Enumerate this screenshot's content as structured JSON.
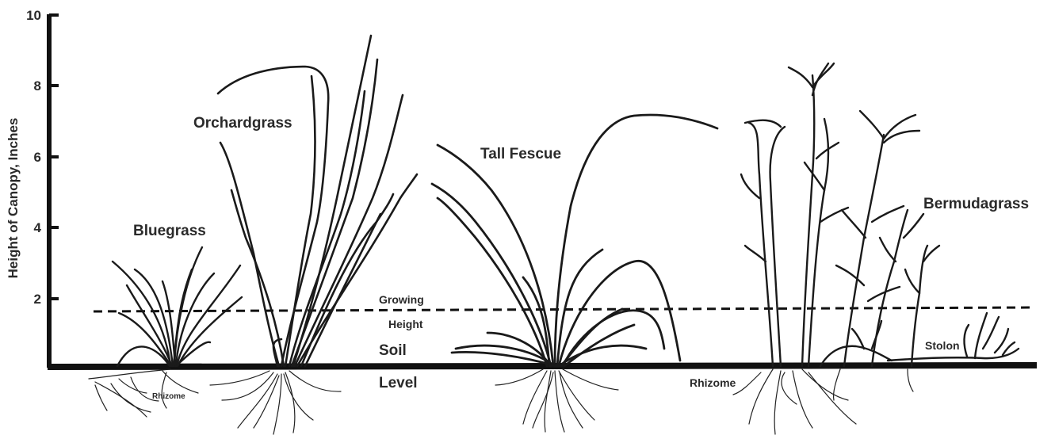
{
  "figure": {
    "y_axis_label": "Height of Canopy, Inches",
    "y_ticks": [
      "10",
      "8",
      "6",
      "4",
      "2"
    ],
    "plants": {
      "bluegrass": "Bluegrass",
      "orchardgrass": "Orchardgrass",
      "tall_fescue": "Tall Fescue",
      "bermudagrass": "Bermudagrass"
    },
    "growing_height_label": [
      "Growing",
      "Height"
    ],
    "soil_level_label": [
      "Soil",
      "Level"
    ],
    "rhizome_label": "Rhizome",
    "rhizome_small_label": "Rhizome",
    "stolon_label": "Stolon"
  }
}
